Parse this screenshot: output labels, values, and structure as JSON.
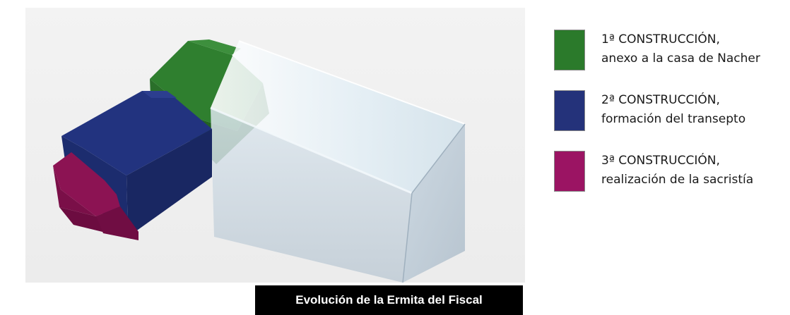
{
  "legend": {
    "items": [
      {
        "line1": "1ª CONSTRUCCIÓN,",
        "line2": "anexo a la casa de Nacher",
        "color": "#2b7a2b"
      },
      {
        "line1": "2ª CONSTRUCCIÓN,",
        "line2": "formación del transepto",
        "color": "#24327a"
      },
      {
        "line1": "3ª CONSTRUCCIÓN,",
        "line2": "realización de la sacristía",
        "color": "#9b1463"
      }
    ]
  },
  "caption": {
    "text": "Evolución de la Ermita del Fiscal"
  },
  "colors": {
    "green": "#2b7a2b",
    "blue": "#24327a",
    "magenta": "#9b1463",
    "glass": "#c9d9e6",
    "background": "#efefef"
  }
}
